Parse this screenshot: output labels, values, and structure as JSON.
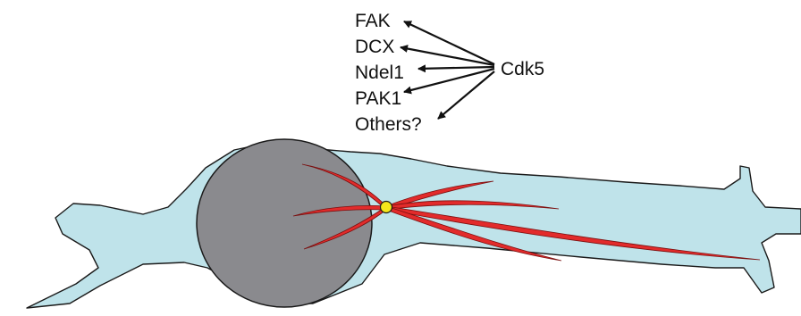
{
  "labels": {
    "kinase": "Cdk5",
    "substrates": [
      "FAK",
      "DCX",
      "Ndel1",
      "PAK1",
      "Others?"
    ]
  },
  "colors": {
    "cell_fill": "#bfe3ea",
    "nucleus_fill": "#8a8a8e",
    "microtubule": "#e22b2b",
    "centrosome": "#f5e61a",
    "outline": "#1a1a1a"
  }
}
